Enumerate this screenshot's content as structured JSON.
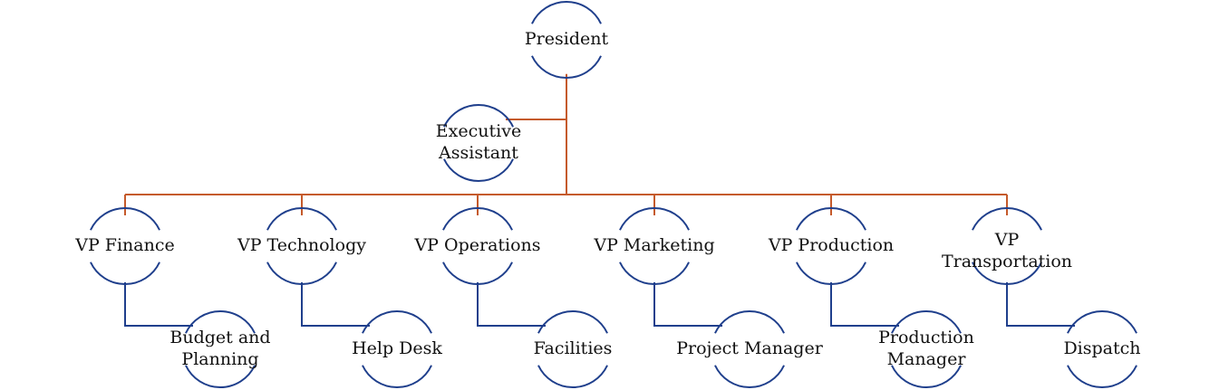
{
  "org_chart": {
    "root": {
      "label": "President"
    },
    "assistant": {
      "label": [
        "Executive",
        "Assistant"
      ]
    },
    "vps": [
      {
        "label": [
          "VP Finance"
        ],
        "report": [
          "Budget and",
          "Planning"
        ]
      },
      {
        "label": [
          "VP Technology"
        ],
        "report": [
          "Help Desk"
        ]
      },
      {
        "label": [
          "VP Operations"
        ],
        "report": [
          "Facilities"
        ]
      },
      {
        "label": [
          "VP Marketing"
        ],
        "report": [
          "Project Manager"
        ]
      },
      {
        "label": [
          "VP Production"
        ],
        "report": [
          "Production",
          "Manager"
        ]
      },
      {
        "label": [
          "VP",
          "Transportation"
        ],
        "report": [
          "Dispatch"
        ]
      }
    ]
  },
  "colors": {
    "connector": "#C55A2B",
    "node_outline": "#1F3F8C",
    "text": "#111111"
  }
}
